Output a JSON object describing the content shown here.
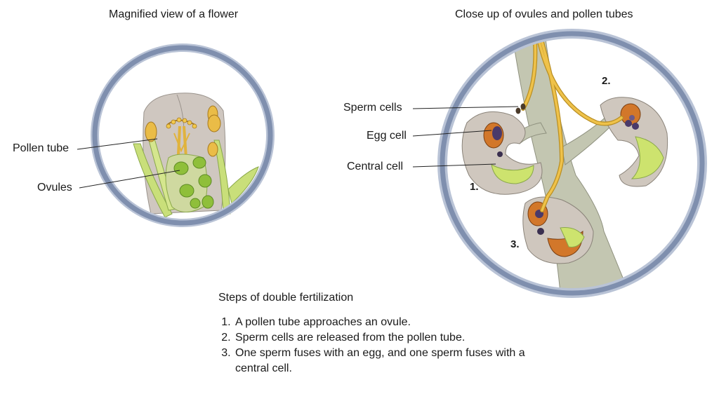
{
  "left_panel": {
    "title": "Magnified view of a flower",
    "labels": {
      "pollen_tube": "Pollen tube",
      "ovules": "Ovules"
    }
  },
  "right_panel": {
    "title": "Close up of ovules and pollen tubes",
    "labels": {
      "sperm_cells": "Sperm cells",
      "egg_cell": "Egg cell",
      "central_cell": "Central cell"
    },
    "step_markers": [
      "1.",
      "2.",
      "3."
    ]
  },
  "steps": {
    "heading": "Steps of double fertilization",
    "items": [
      "A pollen tube approaches an ovule.",
      "Sperm cells are released from the pollen tube.",
      "One sperm fuses with an egg, and one sperm fuses with a central cell."
    ]
  },
  "colors": {
    "ring": "#7f8fae",
    "ring_inner": "#b9c3d6",
    "tissue": "#c9c2ba",
    "stalk": "#c3c6b1",
    "green": "#bcd86a",
    "yellow": "#e7b53a",
    "orange": "#d2772a",
    "dark": "#4a3a6a"
  }
}
